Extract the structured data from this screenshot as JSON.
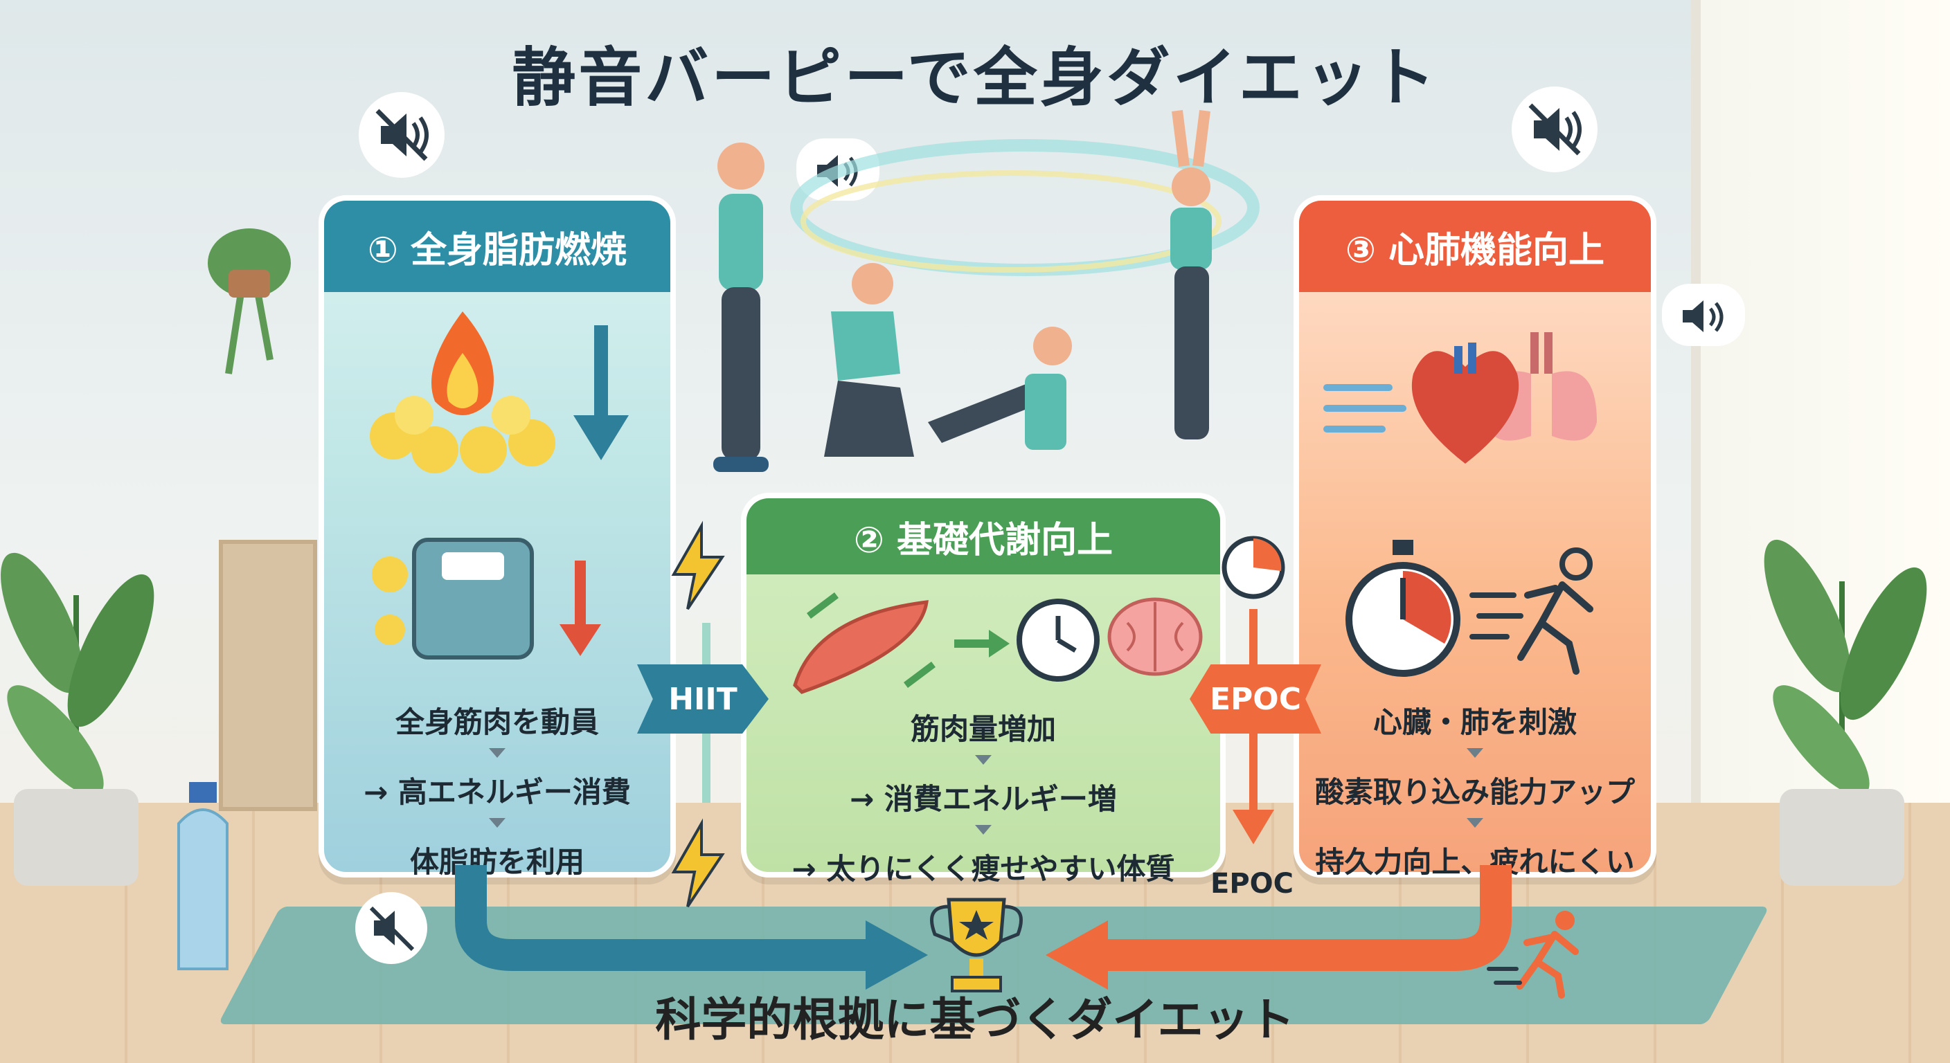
{
  "title": "静音バーピーで全身ダイエット",
  "bottom_title": "科学的根拠に基づくダイエット",
  "card_fat": {
    "heading": "① 全身脂肪燃焼",
    "lines": [
      "全身筋肉を動員",
      "→ 高エネルギー消費",
      "体脂肪を利用"
    ]
  },
  "card_metabolism": {
    "heading": "② 基礎代謝向上",
    "lines": [
      "筋肉量増加",
      "→ 消費エネルギー増",
      "→ 太りにくく痩せやすい体質"
    ]
  },
  "card_cardio": {
    "heading": "③ 心肺機能向上",
    "lines": [
      "心臓・肺を刺激",
      "酸素取り込み能力アップ",
      "持久力向上、疲れにくい"
    ]
  },
  "tags": {
    "hiit": "HIIT",
    "epoc": "EPOC",
    "epoc_below": "EPOC"
  },
  "icons": [
    "muted-speaker-icon",
    "speaker-icon",
    "fire-icon",
    "fat-cells-icon",
    "down-arrow-icon",
    "scale-icon",
    "muscle-icon",
    "clock-icon",
    "brain-icon",
    "stopwatch-icon",
    "runner-icon",
    "heart-icon",
    "lungs-icon",
    "trophy-icon",
    "lightning-icon",
    "gauge-icon",
    "water-bottle-icon",
    "plant-icon"
  ],
  "colors": {
    "teal": "#2e8ea6",
    "green": "#4a9e56",
    "orange": "#ec5e3e",
    "title": "#1f3140"
  }
}
